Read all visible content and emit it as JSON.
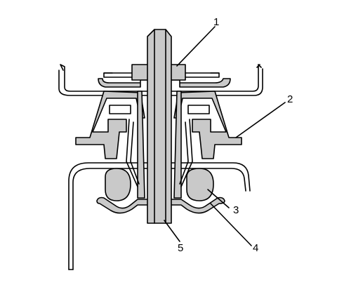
{
  "callouts": [
    {
      "id": "1",
      "label": "1"
    },
    {
      "id": "2",
      "label": "2"
    },
    {
      "id": "3",
      "label": "3"
    },
    {
      "id": "4",
      "label": "4"
    },
    {
      "id": "5",
      "label": "5"
    }
  ],
  "colors": {
    "part_fill": "#c9c9c9",
    "outline": "#000000",
    "background": "#ffffff"
  }
}
